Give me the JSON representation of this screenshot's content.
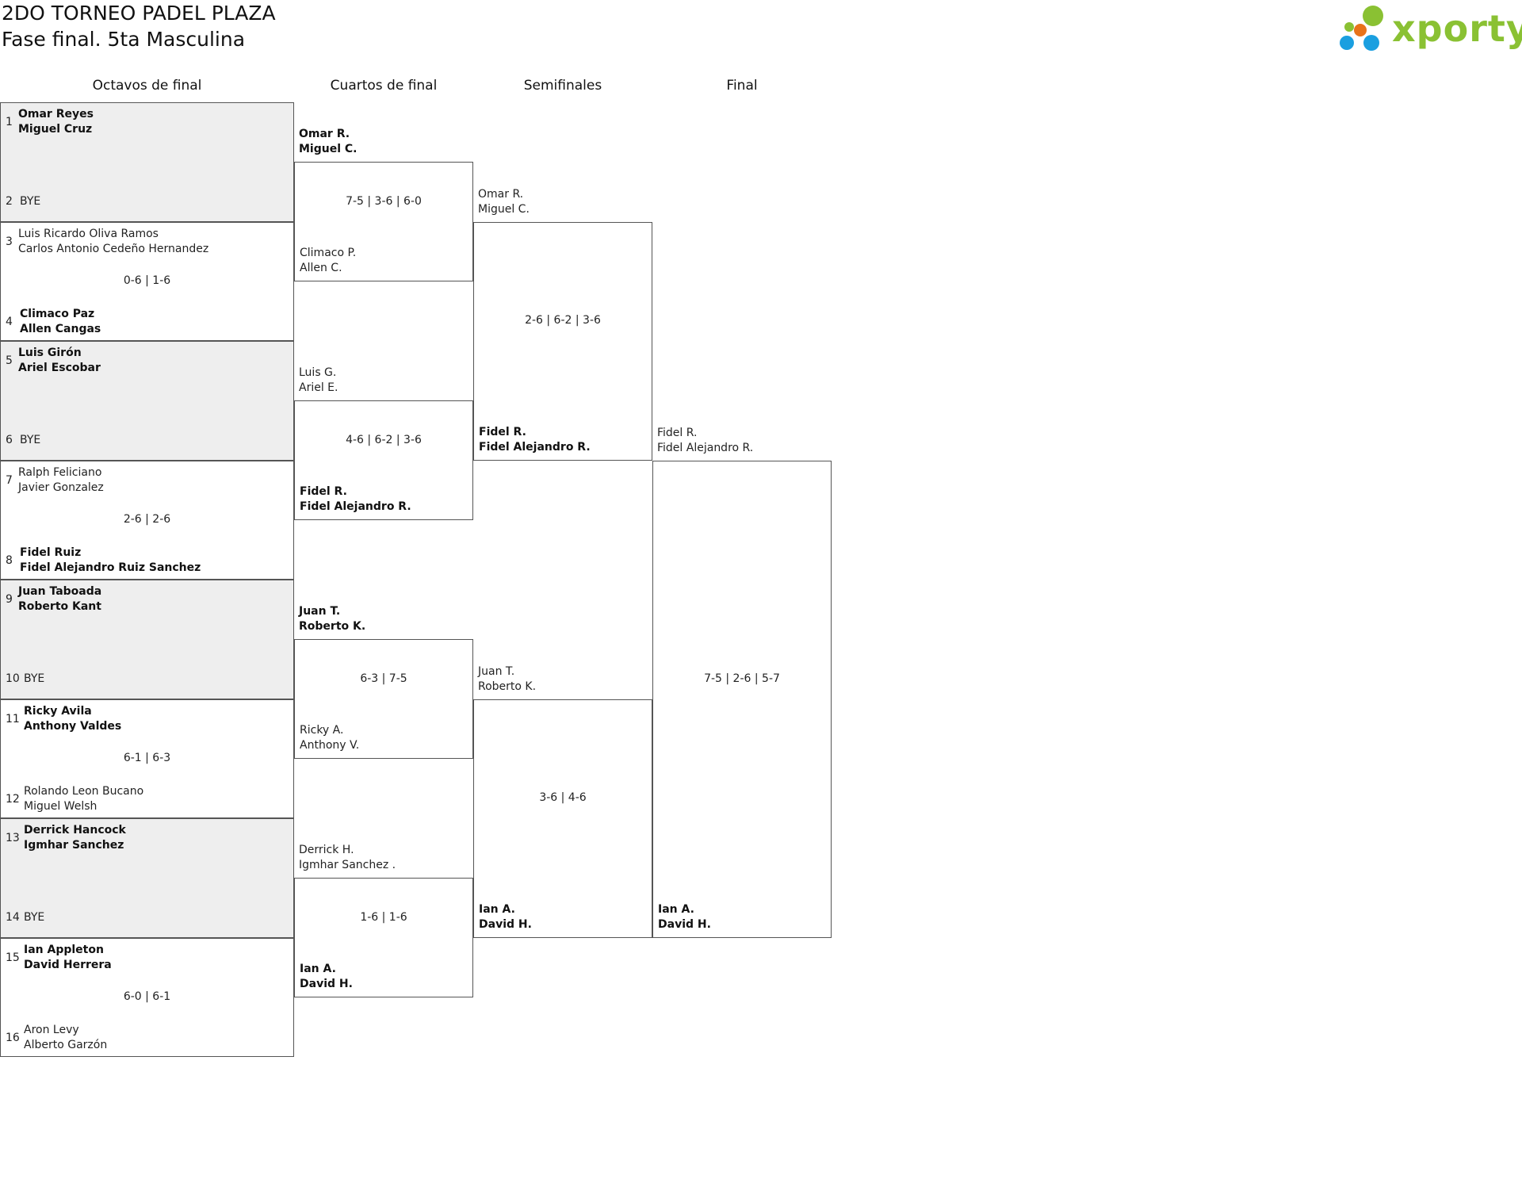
{
  "header": {
    "title": "2DO TORNEO PADEL PLAZA",
    "subtitle": "Fase final. 5ta Masculina",
    "logo_text": "xporty",
    "logo_colors": [
      "#1a9fe0",
      "#e8731a",
      "#8ac133",
      "#8ac133"
    ]
  },
  "rounds": [
    "Octavos de final",
    "Cuartos de final",
    "Semifinales",
    "Final"
  ],
  "round_of_16": [
    {
      "top": {
        "seed": "1",
        "p1": "Omar Reyes",
        "p2": "Miguel Cruz",
        "winner": true
      },
      "bottom": {
        "seed": "2",
        "p1": "BYE",
        "p2": "",
        "winner": false
      },
      "score": "",
      "shaded": true
    },
    {
      "top": {
        "seed": "3",
        "p1": "Luis Ricardo Oliva Ramos",
        "p2": "Carlos Antonio Cedeño Hernandez",
        "winner": false
      },
      "bottom": {
        "seed": "4",
        "p1": "Climaco Paz",
        "p2": "Allen Cangas",
        "winner": true
      },
      "score": "0-6 | 1-6",
      "shaded": false
    },
    {
      "top": {
        "seed": "5",
        "p1": "Luis Girón",
        "p2": "Ariel Escobar",
        "winner": true
      },
      "bottom": {
        "seed": "6",
        "p1": "BYE",
        "p2": "",
        "winner": false
      },
      "score": "",
      "shaded": true
    },
    {
      "top": {
        "seed": "7",
        "p1": "Ralph Feliciano",
        "p2": "Javier Gonzalez",
        "winner": false
      },
      "bottom": {
        "seed": "8",
        "p1": "Fidel Ruiz",
        "p2": "Fidel Alejandro Ruiz Sanchez",
        "winner": true
      },
      "score": "2-6 | 2-6",
      "shaded": false
    },
    {
      "top": {
        "seed": "9",
        "p1": "Juan Taboada",
        "p2": "Roberto Kant",
        "winner": true
      },
      "bottom": {
        "seed": "10",
        "p1": "BYE",
        "p2": "",
        "winner": false
      },
      "score": "",
      "shaded": true
    },
    {
      "top": {
        "seed": "11",
        "p1": "Ricky Avila",
        "p2": "Anthony Valdes",
        "winner": true
      },
      "bottom": {
        "seed": "12",
        "p1": "Rolando Leon Bucano",
        "p2": "Miguel Welsh",
        "winner": false
      },
      "score": "6-1 | 6-3",
      "shaded": false
    },
    {
      "top": {
        "seed": "13",
        "p1": "Derrick Hancock",
        "p2": "Igmhar Sanchez",
        "winner": true
      },
      "bottom": {
        "seed": "14",
        "p1": "BYE",
        "p2": "",
        "winner": false
      },
      "score": "",
      "shaded": true
    },
    {
      "top": {
        "seed": "15",
        "p1": "Ian Appleton",
        "p2": "David Herrera",
        "winner": true
      },
      "bottom": {
        "seed": "16",
        "p1": "Aron Levy",
        "p2": "Alberto Garzón",
        "winner": false
      },
      "score": "6-0 | 6-1",
      "shaded": false
    }
  ],
  "quarterfinals": [
    {
      "top": {
        "p1": "Omar R.",
        "p2": "Miguel C.",
        "winner": true
      },
      "bottom": {
        "p1": "Climaco P.",
        "p2": "Allen C.",
        "winner": false
      },
      "score": "7-5 | 3-6 | 6-0"
    },
    {
      "top": {
        "p1": "Luis G.",
        "p2": "Ariel E.",
        "winner": false
      },
      "bottom": {
        "p1": "Fidel R.",
        "p2": "Fidel Alejandro R.",
        "winner": true
      },
      "score": "4-6 | 6-2 | 3-6"
    },
    {
      "top": {
        "p1": "Juan T.",
        "p2": "Roberto K.",
        "winner": true
      },
      "bottom": {
        "p1": "Ricky A.",
        "p2": "Anthony V.",
        "winner": false
      },
      "score": "6-3 | 7-5"
    },
    {
      "top": {
        "p1": "Derrick H.",
        "p2": "Igmhar Sanchez .",
        "winner": false
      },
      "bottom": {
        "p1": "Ian A.",
        "p2": "David H.",
        "winner": true
      },
      "score": "1-6 | 1-6"
    }
  ],
  "semifinals": [
    {
      "top": {
        "p1": "Omar R.",
        "p2": "Miguel C.",
        "winner": false
      },
      "bottom": {
        "p1": "Fidel R.",
        "p2": "Fidel Alejandro R.",
        "winner": true
      },
      "score": "2-6 | 6-2 | 3-6"
    },
    {
      "top": {
        "p1": "Juan T.",
        "p2": "Roberto K.",
        "winner": false
      },
      "bottom": {
        "p1": "Ian A.",
        "p2": "David H.",
        "winner": true
      },
      "score": "3-6 | 4-6"
    }
  ],
  "final": {
    "top": {
      "p1": "Fidel R.",
      "p2": "Fidel Alejandro R.",
      "winner": false
    },
    "bottom": {
      "p1": "Ian A.",
      "p2": "David H.",
      "winner": true
    },
    "score": "7-5 | 2-6 | 5-7"
  }
}
